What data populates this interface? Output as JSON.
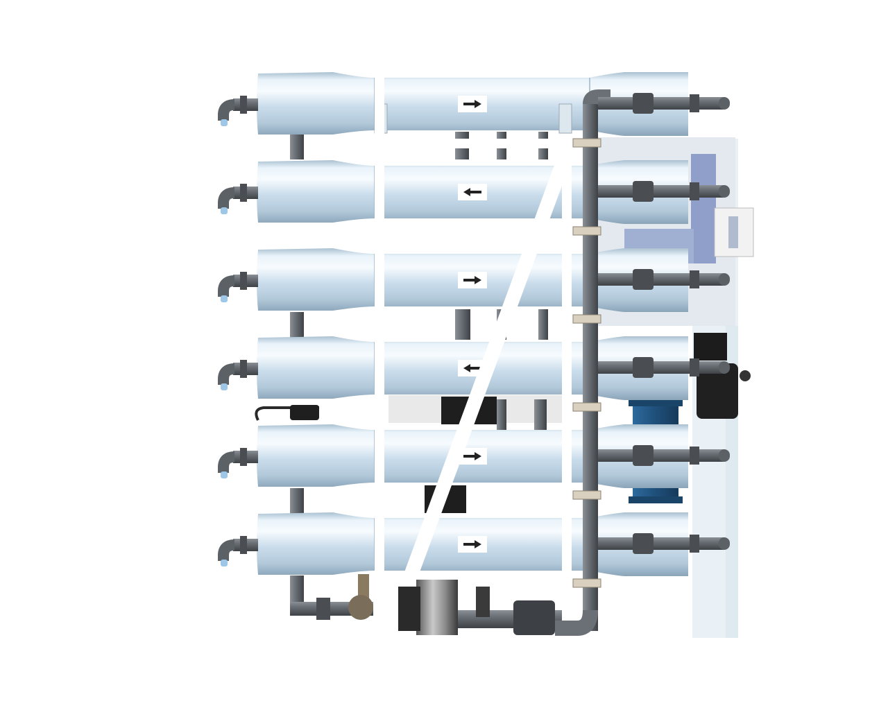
{
  "system": {
    "vessel_count": 6,
    "flow_directions": [
      "right",
      "left",
      "right",
      "left",
      "right",
      "right"
    ],
    "colors": {
      "background": "#ffffff",
      "vessel_highlight": "#eef6fb",
      "vessel_body": "#c2d7e6",
      "vessel_shadow": "#8fa9bc",
      "pipe_gray": "#5c6166",
      "pipe_dark": "#3d4145",
      "frame_white": "#ffffff",
      "panel_light": "#dfe8ee",
      "control_box_blue": "#8f9fc9",
      "filter_housing_blue": "#1f4f7a",
      "pump_dark": "#2a2a2a",
      "arrow_black": "#222222"
    },
    "icons": [
      "flow-arrow-icon",
      "valve-icon",
      "elbow-fitting-icon",
      "pressure-gauge-icon"
    ]
  }
}
